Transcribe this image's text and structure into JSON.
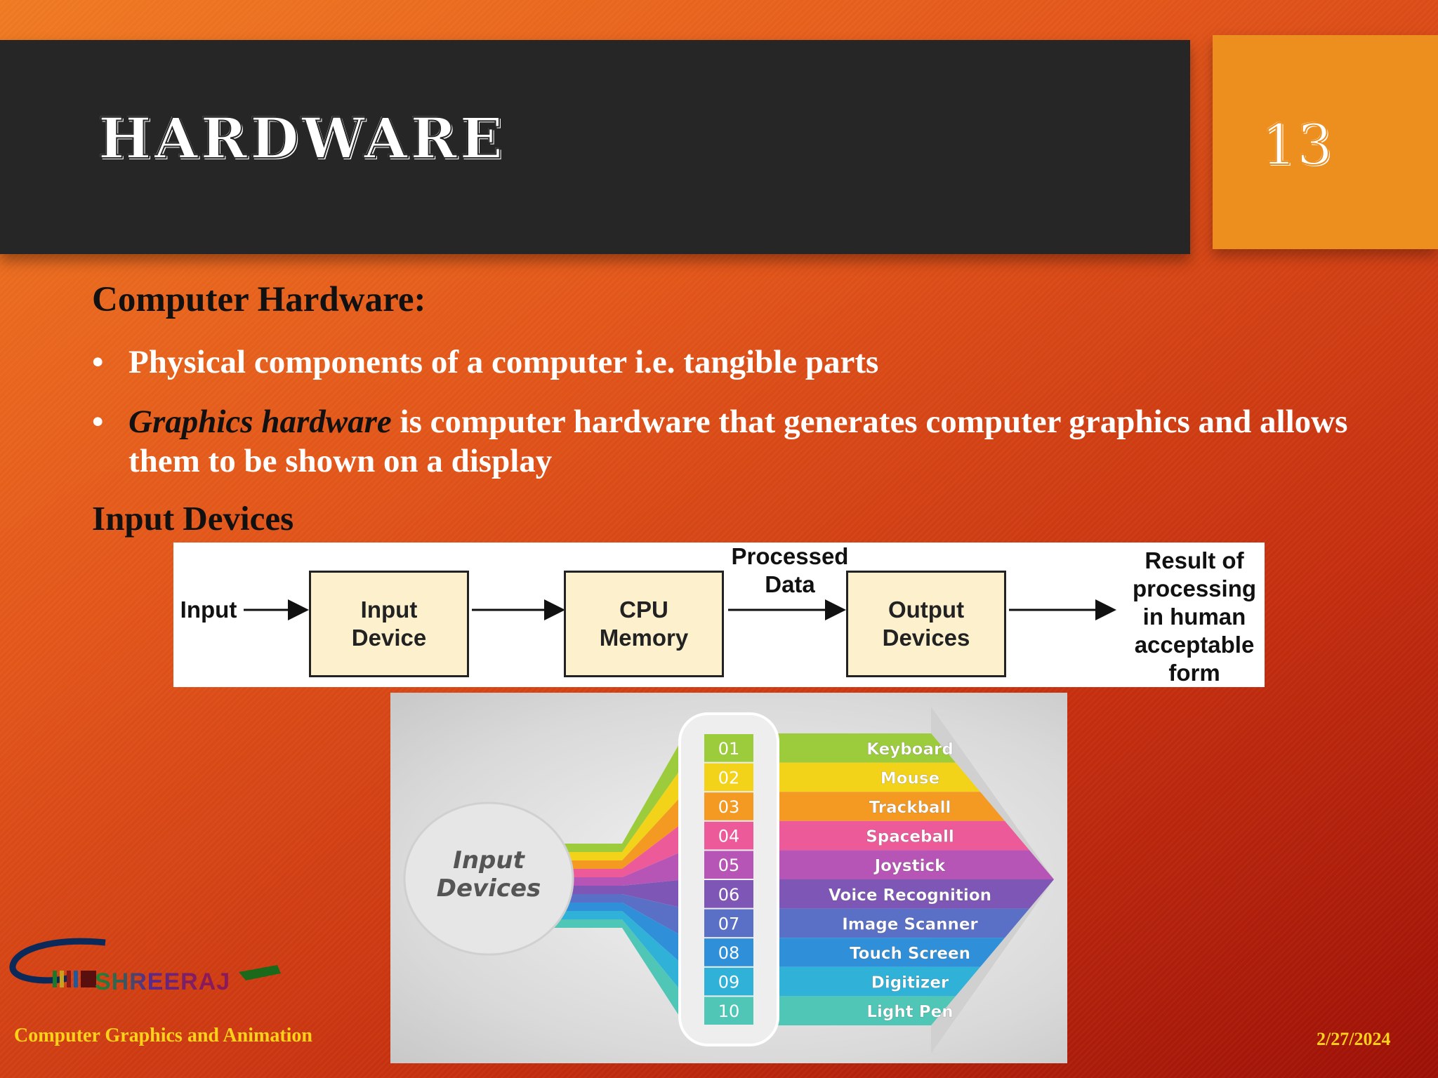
{
  "slide": {
    "title": "HARDWARE",
    "slide_number": "13"
  },
  "content": {
    "heading1": "Computer Hardware:",
    "bullet_char": "•",
    "bullet1": "Physical components of a computer i.e. tangible parts",
    "bullet2_lead": "Graphics hardware",
    "bullet2_rest": " is computer hardware that generates computer graphics and allows them to be shown on a display",
    "heading2": "Input Devices"
  },
  "flow_diagram": {
    "input_label": "Input",
    "box1": "Input Device",
    "box2": "CPU Memory",
    "processed_label": "Processed Data",
    "box3": "Output Devices",
    "result_label": "Result of processing in human acceptable form"
  },
  "input_devices_graphic": {
    "center_label": "Input Devices",
    "items": [
      {
        "num": "01",
        "label": "Keyboard",
        "color": "#9ccb3b"
      },
      {
        "num": "02",
        "label": "Mouse",
        "color": "#f3d21a"
      },
      {
        "num": "03",
        "label": "Trackball",
        "color": "#f49a22"
      },
      {
        "num": "04",
        "label": "Spaceball",
        "color": "#ec5a9a"
      },
      {
        "num": "05",
        "label": "Joystick",
        "color": "#b655b5"
      },
      {
        "num": "06",
        "label": "Voice Recognition",
        "color": "#7e57b6"
      },
      {
        "num": "07",
        "label": "Image Scanner",
        "color": "#5a6fc6"
      },
      {
        "num": "08",
        "label": "Touch Screen",
        "color": "#2f8fd8"
      },
      {
        "num": "09",
        "label": "Digitizer",
        "color": "#2fb1d8"
      },
      {
        "num": "10",
        "label": "Light Pen",
        "color": "#4fc6b6"
      }
    ]
  },
  "footer": {
    "course": "Computer Graphics and Animation",
    "date": "2/27/2024",
    "logo_text": "SHREERAJ"
  }
}
